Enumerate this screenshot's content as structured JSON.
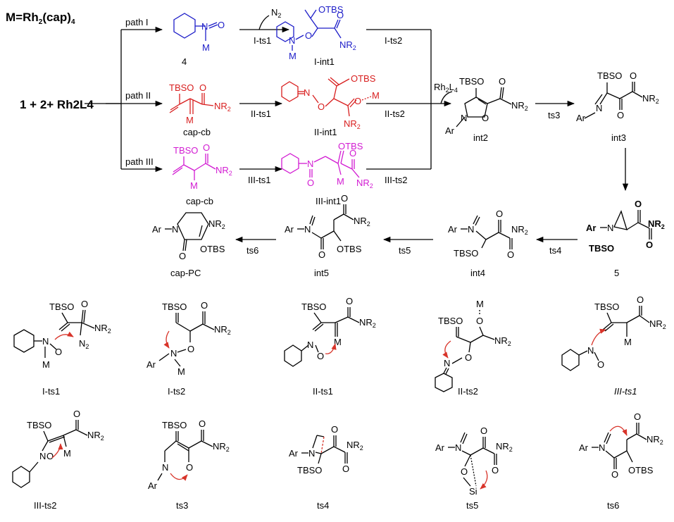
{
  "colors": {
    "path_I": "#1c1cc8",
    "path_II": "#d81e1e",
    "path_III": "#d21bd2",
    "arrow": "#000000",
    "curved_arrow": "#d8342a"
  },
  "header": {
    "catalyst_definition": "M=Rh2(cap)4"
  },
  "reactants": {
    "text": "1 + 2+ Rh2L4"
  },
  "paths": {
    "I": {
      "label": "path I",
      "species": "4",
      "ts1": "I-ts1",
      "int1": "I-int1",
      "ts2": "I-ts2",
      "byproduct": "N2",
      "frag": [
        "OTBS",
        "O",
        "N",
        "M",
        "NR2"
      ]
    },
    "II": {
      "label": "path II",
      "species": "cap-cb",
      "ts1": "II-ts1",
      "int1": "II-int1",
      "ts2": "II-ts2",
      "frag": [
        "TBSO",
        "M",
        "NR2",
        "OTBS",
        "N",
        "O",
        "M",
        "NR2"
      ]
    },
    "III": {
      "label": "path III",
      "species": "cap-cb",
      "ts1": "III-ts1",
      "int1": "III-int1",
      "ts2": "III-ts2",
      "frag": [
        "TBSO",
        "NR2",
        "M",
        "OTBS",
        "N",
        "O",
        "M",
        "NR2"
      ]
    }
  },
  "main_sequence": {
    "regen": "Rh2L4",
    "int2": {
      "label": "int2",
      "frag": [
        "TBSO",
        "NR2",
        "N",
        "O",
        "Ar"
      ]
    },
    "ts3": "ts3",
    "int3": {
      "label": "int3",
      "frag": [
        "TBSO",
        "NR2",
        "N",
        "Ar"
      ]
    },
    "cmpd5": {
      "label": "5",
      "frag": [
        "Ar",
        "N",
        "NR2",
        "TBSO"
      ]
    },
    "ts4": "ts4",
    "int4": {
      "label": "int4",
      "frag": [
        "Ar",
        "N",
        "NR2",
        "TBSO"
      ]
    },
    "ts5": "ts5",
    "int5": {
      "label": "int5",
      "frag": [
        "Ar",
        "N",
        "NR2",
        "OTBS"
      ]
    },
    "ts6": "ts6",
    "product": {
      "label": "cap-PC",
      "frag": [
        "Ar",
        "N",
        "NR2",
        "OTBS"
      ]
    }
  },
  "ts_row1": [
    {
      "label": "I-ts1",
      "frag": [
        "TBSO",
        "NR2",
        "N2",
        "N",
        "O",
        "M"
      ]
    },
    {
      "label": "I-ts2",
      "frag": [
        "TBSO",
        "NR2",
        "Ar",
        "N",
        "O",
        "M"
      ]
    },
    {
      "label": "II-ts1",
      "frag": [
        "TBSO",
        "NR2",
        "N",
        "O",
        "M"
      ]
    },
    {
      "label": "II-ts2",
      "frag": [
        "M",
        "O",
        "TBSO",
        "NR2",
        "N",
        "O"
      ]
    },
    {
      "label": "III-ts1",
      "frag": [
        "TBSO",
        "NR2",
        "M",
        "N",
        "O"
      ]
    }
  ],
  "ts_row2": [
    {
      "label": "III-ts2",
      "frag": [
        "TBSO",
        "NR2",
        "N",
        "O",
        "M"
      ]
    },
    {
      "label": "ts3",
      "frag": [
        "TBSO",
        "NR2",
        "N",
        "O",
        "Ar"
      ]
    },
    {
      "label": "ts4",
      "frag": [
        "Ar",
        "N",
        "NR2",
        "TBSO"
      ]
    },
    {
      "label": "ts5",
      "frag": [
        "Ar",
        "N",
        "NR2",
        "O",
        "Si"
      ]
    },
    {
      "label": "ts6",
      "frag": [
        "Ar",
        "N",
        "NR2",
        "OTBS"
      ]
    }
  ]
}
